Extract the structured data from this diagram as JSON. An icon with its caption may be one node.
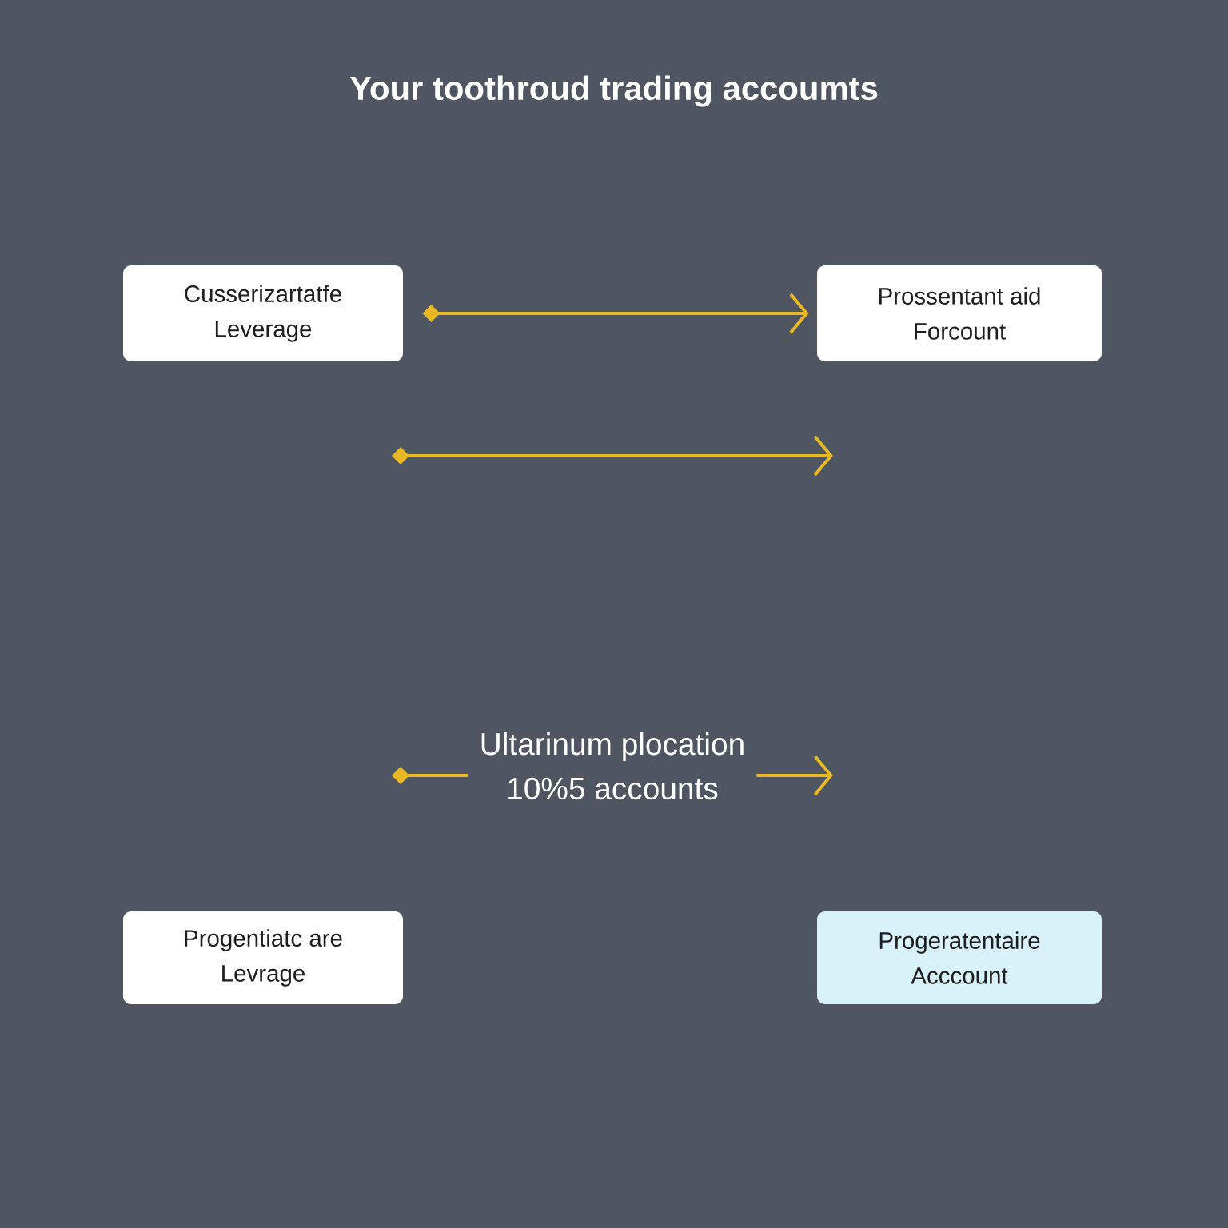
{
  "diagram": {
    "title": "Your toothroud trading accoumts",
    "nodes": [
      {
        "text": [
          "Cusserizartatfe Leverage"
        ]
      },
      {
        "text": [
          "Prossentant aid Forcount"
        ]
      },
      {
        "text": [
          "Progentiatc are Levrage"
        ]
      },
      {
        "text": [
          "Progeratentaire Acccount"
        ]
      },
      {
        "text": [
          "Ultarinum plocation 10%5 accounts"
        ]
      }
    ],
    "edges": [
      {
        "from": 0,
        "to": 1,
        "arrow": "to"
      },
      {
        "from": null,
        "to": 4,
        "arrow": "other"
      },
      {
        "from": 4,
        "to": null,
        "arrow": "to"
      }
    ]
  }
}
